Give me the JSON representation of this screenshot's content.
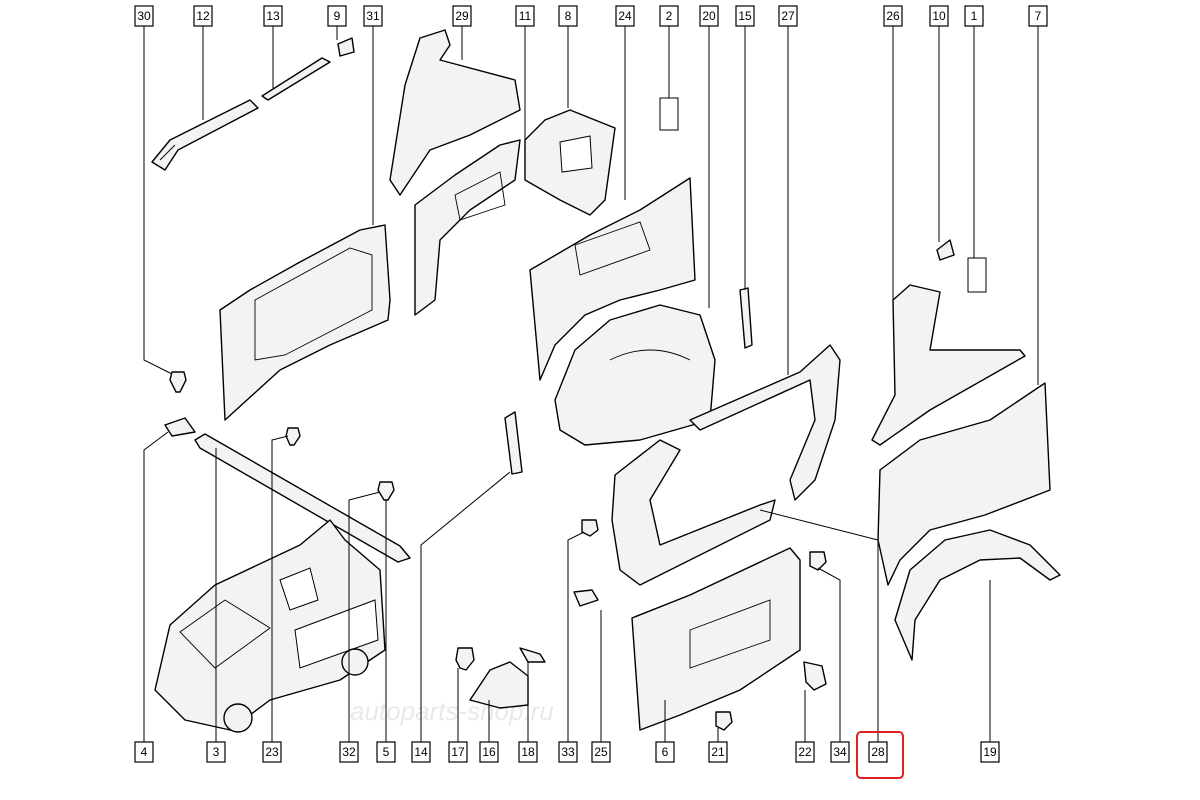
{
  "callouts": {
    "top": [
      "30",
      "12",
      "13",
      "9",
      "31",
      "29",
      "11",
      "8",
      "24",
      "2",
      "20",
      "15",
      "27",
      "26",
      "10",
      "1",
      "7"
    ],
    "bottom": [
      "4",
      "3",
      "23",
      "32",
      "5",
      "14",
      "17",
      "16",
      "18",
      "33",
      "25",
      "6",
      "21",
      "22",
      "34",
      "28",
      "19"
    ]
  },
  "highlighted_callout": "28",
  "highlight_color": "#e02020",
  "watermark": "autoparts-shop.ru"
}
